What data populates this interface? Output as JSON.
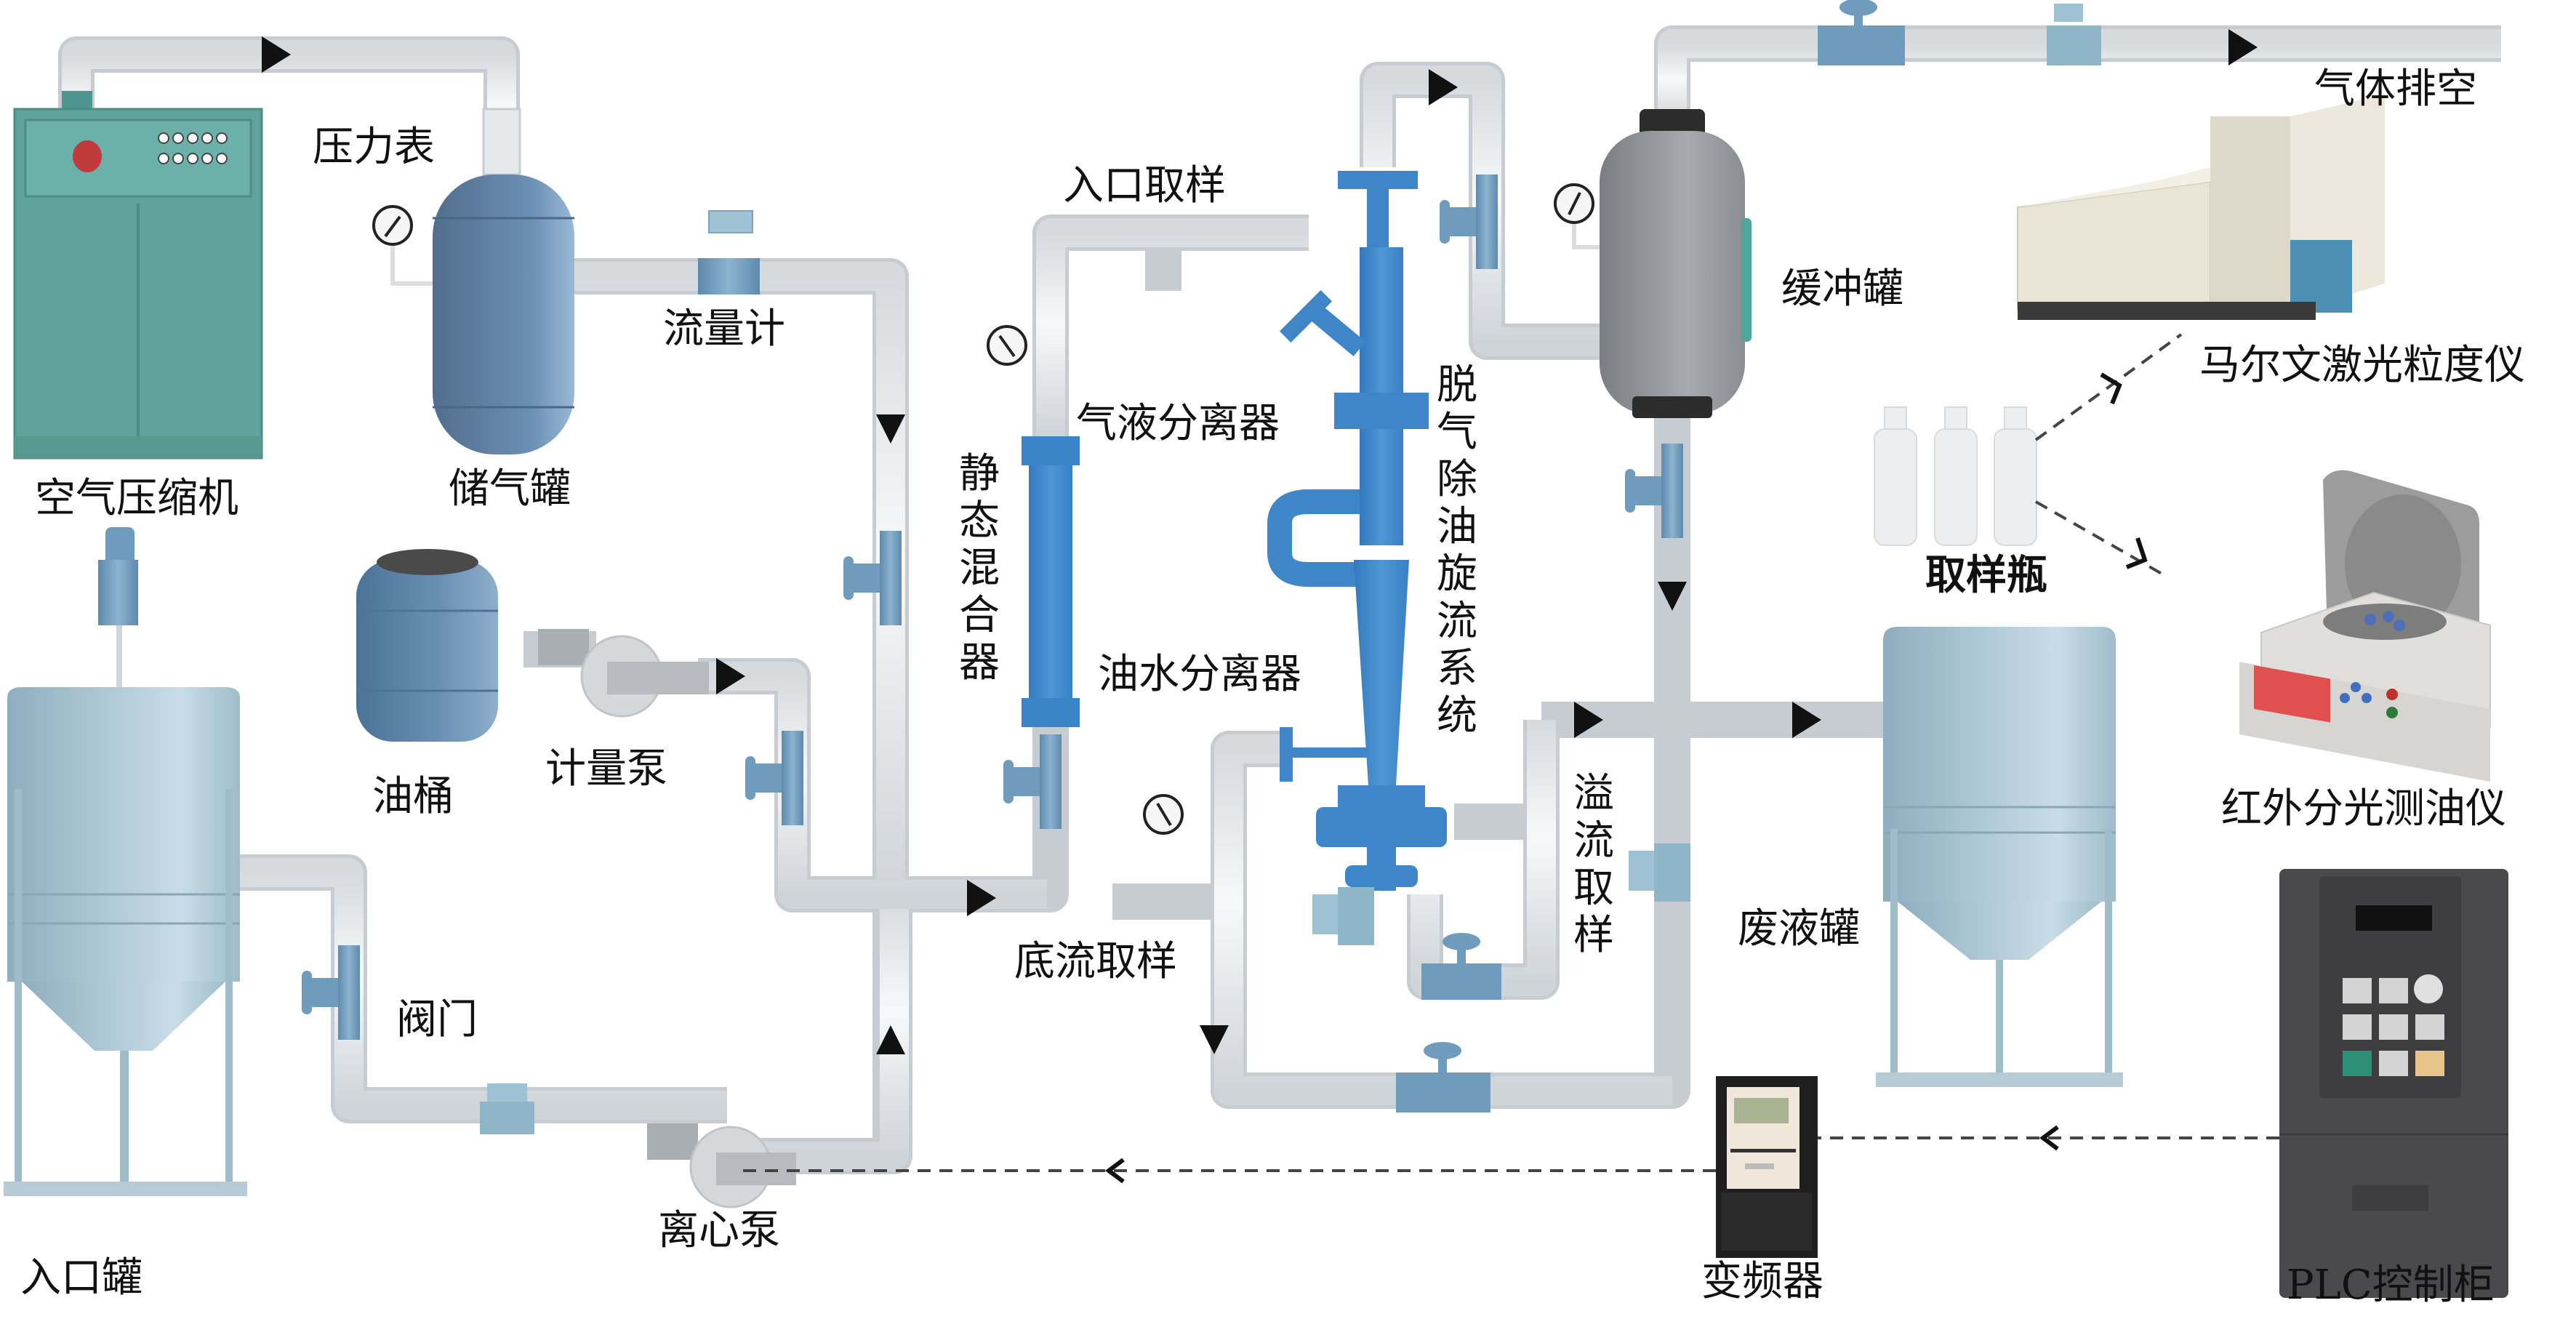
{
  "diagram": {
    "title": "",
    "labels": {
      "air_compressor": "空气压缩机",
      "pressure_gauge": "压力表",
      "gas_tank": "储气罐",
      "flow_meter": "流量计",
      "inlet_sampling": "入口取样",
      "gas_liquid_separator": "气液分离器",
      "static_mixer": "静态混合器",
      "degassing_system": "脱气除油旋流系统",
      "oil_water_separator": "油水分离器",
      "buffer_tank": "缓冲罐",
      "gas_vent": "气体排空",
      "malvern_analyzer": "马尔文激光粒度仪",
      "sample_bottles": "取样瓶",
      "ir_oil_analyzer": "红外分光测油仪",
      "oil_drum": "油桶",
      "metering_pump": "计量泵",
      "inlet_tank": "入口罐",
      "valve": "阀门",
      "centrifugal_pump": "离心泵",
      "underflow_sampling": "底流取样",
      "overflow_sampling": "溢流取样",
      "waste_tank": "废液罐",
      "vfd": "变频器",
      "plc_cabinet": "PLC控制柜"
    },
    "colors": {
      "pipe": "#e9ecef",
      "pipe_edge": "#c9ced3",
      "hydrocyclone": "#3f86c9",
      "valve": "#6f9cbd",
      "compressor": "#5fa39c",
      "gas_tank": "#5b7fa3",
      "buffer_tank": "#8e9296",
      "steel_tank": "#9fbccb",
      "plc": "#4a4a4c",
      "arrow": "#111111"
    }
  }
}
